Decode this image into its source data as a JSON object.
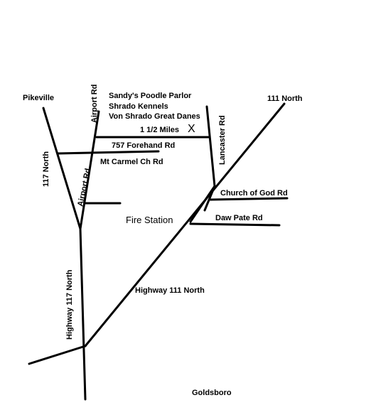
{
  "map": {
    "places": {
      "pikeville": "Pikeville",
      "goldsboro": "Goldsboro",
      "fire_station": "Fire Station"
    },
    "businesses": {
      "line1": "Sandy's Poodle Parlor",
      "line2": "Shrado Kennels",
      "line3": "Von Shrado Great Danes"
    },
    "destination_marker": "X",
    "distance": "1 1/2 Miles",
    "roads": {
      "airport_rd_top": "Airport Rd",
      "airport_rd_lower": "Airport Rd",
      "lancaster_rd": "Lancaster Rd",
      "forehand_rd": "757  Forehand Rd",
      "mt_carmel_ch_rd": "Mt Carmel Ch Rd",
      "church_of_god_rd": "Church of God Rd",
      "daw_pate_rd": "Daw Pate Rd",
      "nc117_north": "117 North",
      "nc111_north": "111 North",
      "highway_117_north": "Highway 117 North",
      "highway_111_north": "Highway 111 North"
    }
  }
}
